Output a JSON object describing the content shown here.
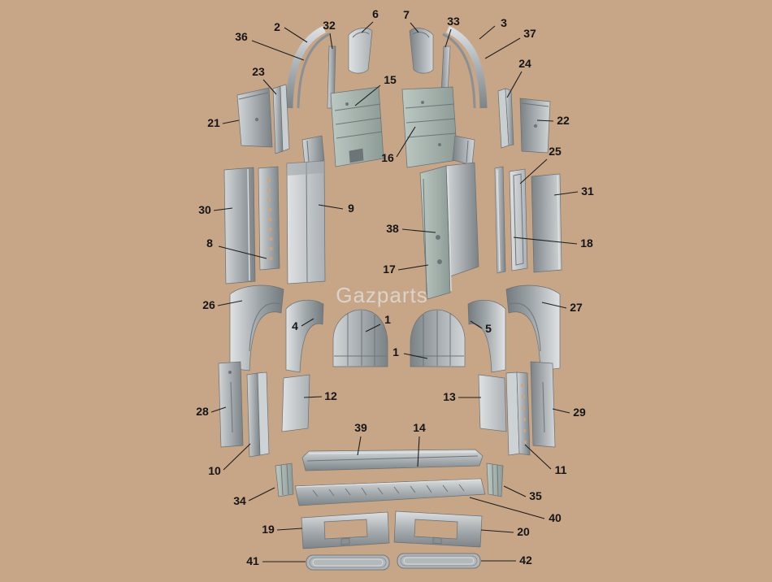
{
  "watermark": "Gazparts",
  "colors": {
    "background": "#c7a587",
    "metal_light": "#d6dadb",
    "metal_mid": "#a6acb0",
    "metal_dark": "#7b8286",
    "metal_green": "#9fada8",
    "label_text": "#151515"
  },
  "labels": [
    {
      "num": "2"
    },
    {
      "num": "32"
    },
    {
      "num": "6"
    },
    {
      "num": "7"
    },
    {
      "num": "33"
    },
    {
      "num": "3"
    },
    {
      "num": "36"
    },
    {
      "num": "37"
    },
    {
      "num": "23"
    },
    {
      "num": "24"
    },
    {
      "num": "15"
    },
    {
      "num": "21"
    },
    {
      "num": "22"
    },
    {
      "num": "16"
    },
    {
      "num": "25"
    },
    {
      "num": "30"
    },
    {
      "num": "9"
    },
    {
      "num": "31"
    },
    {
      "num": "38"
    },
    {
      "num": "8"
    },
    {
      "num": "18"
    },
    {
      "num": "17"
    },
    {
      "num": "26"
    },
    {
      "num": "4"
    },
    {
      "num": "1"
    },
    {
      "num": "5"
    },
    {
      "num": "27"
    },
    {
      "num": "1"
    },
    {
      "num": "28"
    },
    {
      "num": "12"
    },
    {
      "num": "13"
    },
    {
      "num": "29"
    },
    {
      "num": "10"
    },
    {
      "num": "39"
    },
    {
      "num": "14"
    },
    {
      "num": "11"
    },
    {
      "num": "34"
    },
    {
      "num": "35"
    },
    {
      "num": "40"
    },
    {
      "num": "19"
    },
    {
      "num": "20"
    },
    {
      "num": "41"
    },
    {
      "num": "42"
    }
  ]
}
